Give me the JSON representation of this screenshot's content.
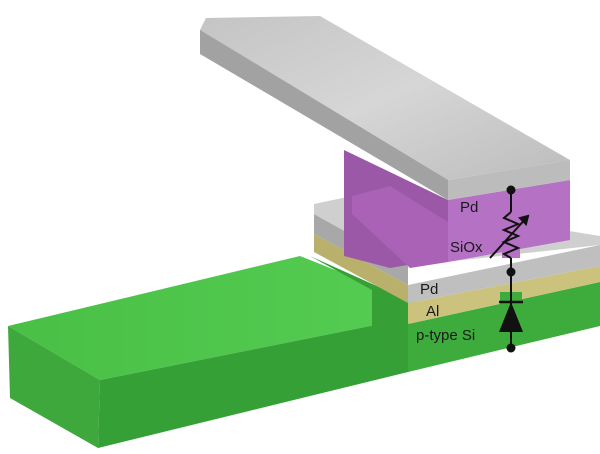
{
  "labels": {
    "top_pd": "Pd",
    "siox": "SiOx",
    "bottom_pd": "Pd",
    "al": "Al",
    "si": "p-type Si"
  },
  "colors": {
    "pd_top": "#c8c8c8",
    "pd_front": "#bdbdbd",
    "pd_side": "#9e9e9e",
    "siox_front": "#b36fc1",
    "siox_side": "#8e4f9b",
    "al": "#c9c17f",
    "si_top": "#4cc24a",
    "si_front": "#3aa83a",
    "si_side": "#2f8f30",
    "symbol": "#111111"
  },
  "icons": {
    "resistor": "variable-resistor-icon",
    "diode": "diode-icon"
  }
}
